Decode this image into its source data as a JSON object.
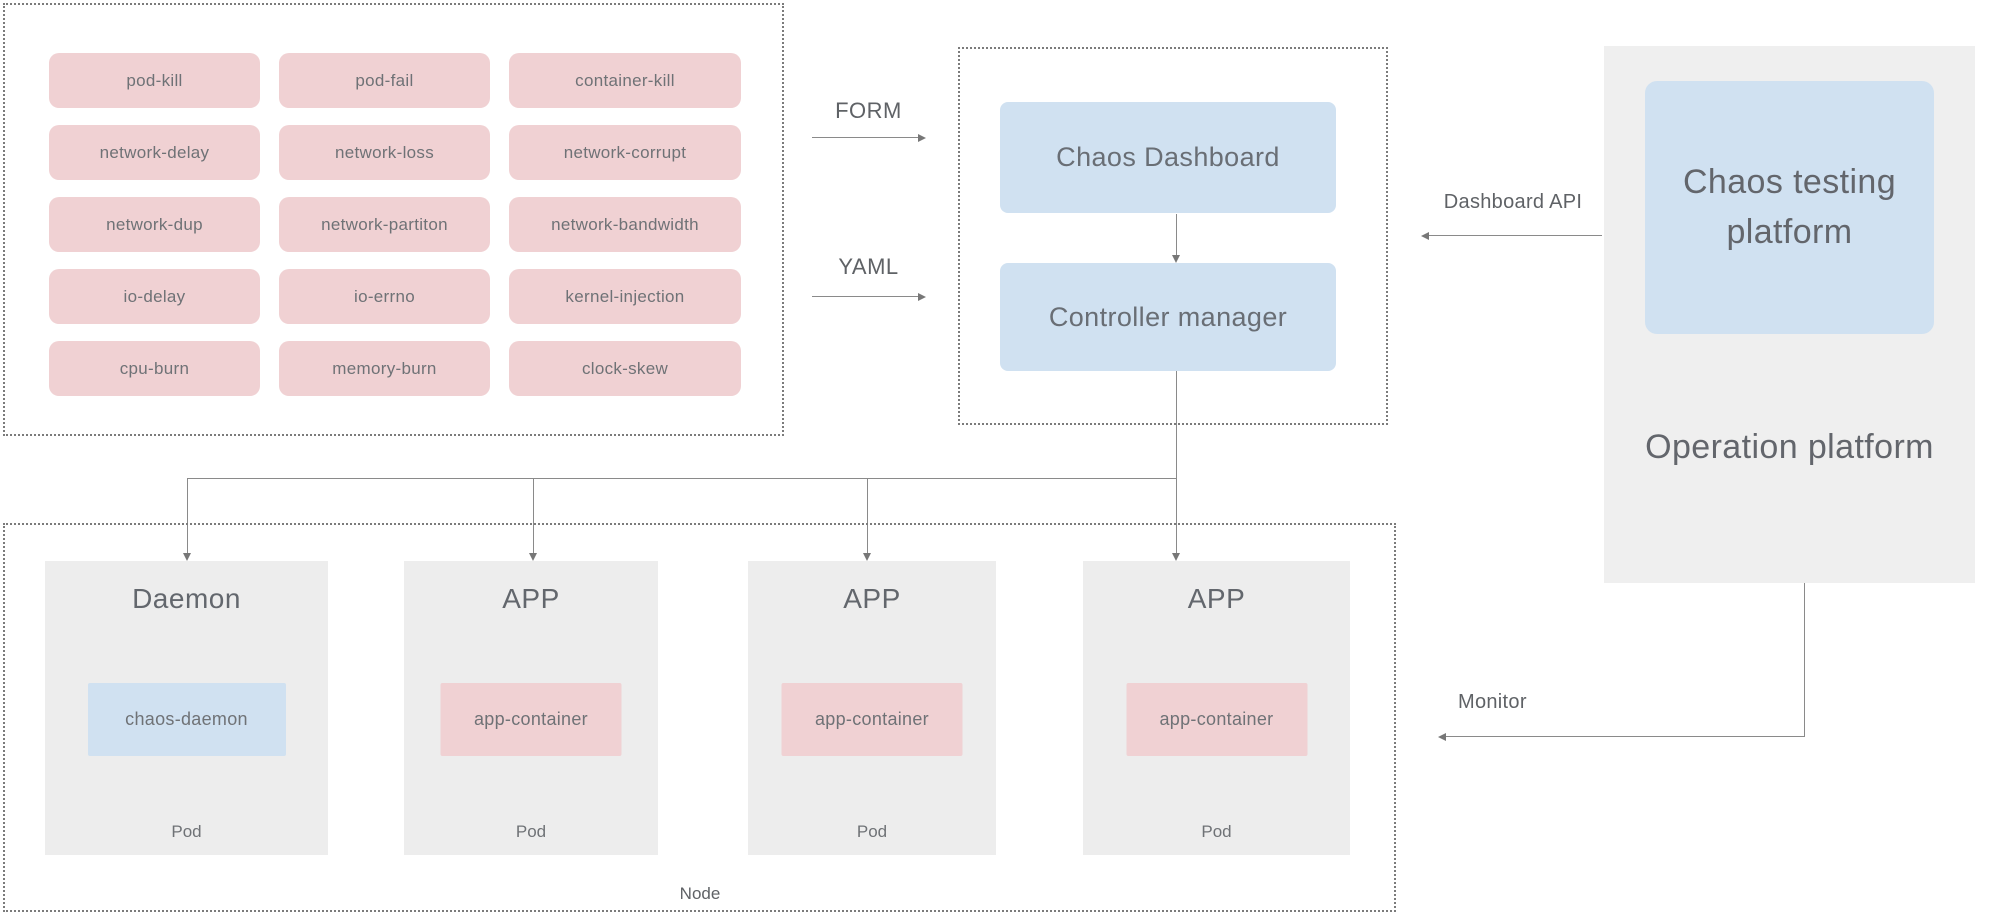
{
  "chaos_types": [
    "pod-kill",
    "pod-fail",
    "container-kill",
    "network-delay",
    "network-loss",
    "network-corrupt",
    "network-dup",
    "network-partiton",
    "network-bandwidth",
    "io-delay",
    "io-errno",
    "kernel-injection",
    "cpu-burn",
    "memory-burn",
    "clock-skew"
  ],
  "labels": {
    "form": "FORM",
    "yaml": "YAML",
    "dashboard_api": "Dashboard API",
    "monitor": "Monitor"
  },
  "control_plane": {
    "dashboard": "Chaos Dashboard",
    "controller": "Controller manager"
  },
  "platform": {
    "testing": "Chaos testing platform",
    "operation": "Operation platform"
  },
  "node": {
    "label": "Node",
    "pods": [
      {
        "title": "Daemon",
        "container": "chaos-daemon",
        "pod_label": "Pod"
      },
      {
        "title": "APP",
        "container": "app-container",
        "pod_label": "Pod"
      },
      {
        "title": "APP",
        "container": "app-container",
        "pod_label": "Pod"
      },
      {
        "title": "APP",
        "container": "app-container",
        "pod_label": "Pod"
      }
    ]
  },
  "colors": {
    "chaos_pink": "#f0d1d3",
    "accent_blue": "#d0e1f1",
    "pod_grey": "#ededed",
    "panel_grey": "#efefef",
    "line_grey": "#8a8a8a",
    "text_grey": "#63676d"
  }
}
